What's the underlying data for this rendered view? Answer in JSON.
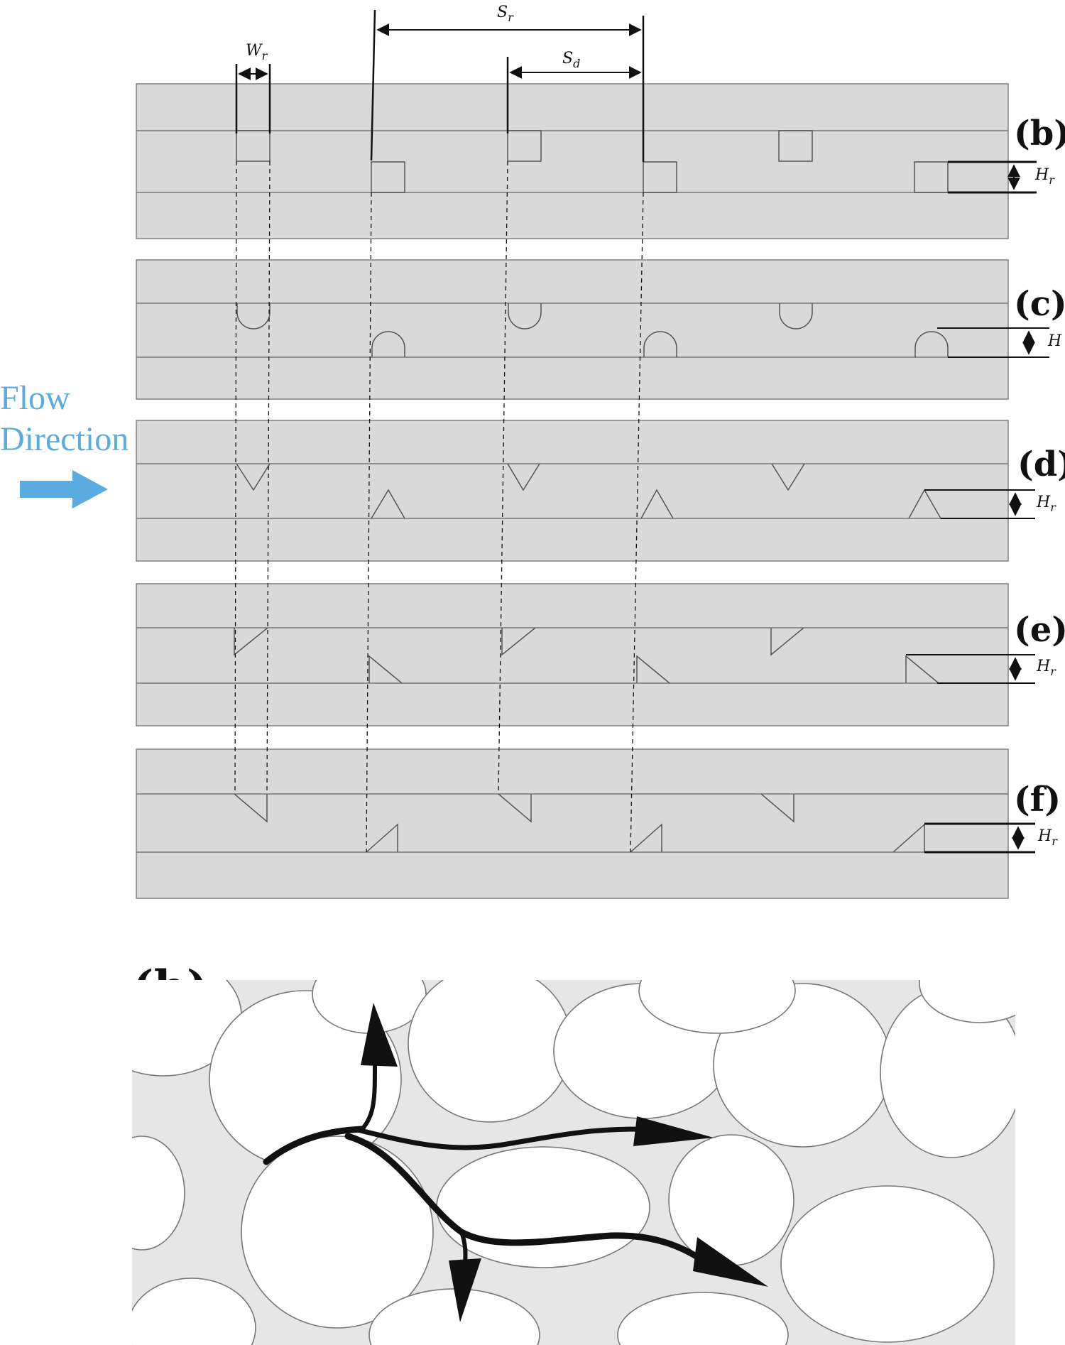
{
  "labels": {
    "flow_line1": "Flow",
    "flow_line2": "Direction",
    "panel_b": "(b)",
    "panel_c": "(c)",
    "panel_d": "(d)",
    "panel_e": "(e)",
    "panel_f": "(f)",
    "panel_h": "(h)",
    "W": "W",
    "W_sub": "r",
    "S": "S",
    "S_r_sub": "r",
    "S_d_sub": "d",
    "H": "H",
    "H_sub": "r"
  },
  "colors": {
    "channel_fill": "#d9d9d9",
    "channel_stroke": "#808080",
    "flow_arrow": "#5aace0",
    "flow_text": "#5aace0",
    "ink": "#111111",
    "pore_fill": "#e6e6e6"
  },
  "panels": [
    {
      "id": "b",
      "rib_shape": "rectangle"
    },
    {
      "id": "c",
      "rib_shape": "semicircle"
    },
    {
      "id": "d",
      "rib_shape": "triangle"
    },
    {
      "id": "e",
      "rib_shape": "right-triangle-forward"
    },
    {
      "id": "f",
      "rib_shape": "right-triangle-backward"
    }
  ]
}
